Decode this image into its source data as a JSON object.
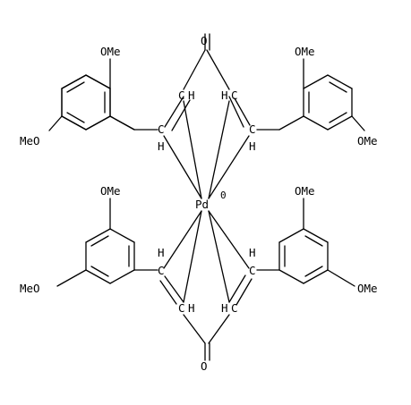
{
  "diagram": {
    "metal": "Pd",
    "oxidation_state": "0",
    "labels": {
      "carbonyl_oxygen": "O",
      "methine": "H",
      "carbon": "C",
      "methoxy": "OMe",
      "methoxy_left": "MeO"
    }
  }
}
